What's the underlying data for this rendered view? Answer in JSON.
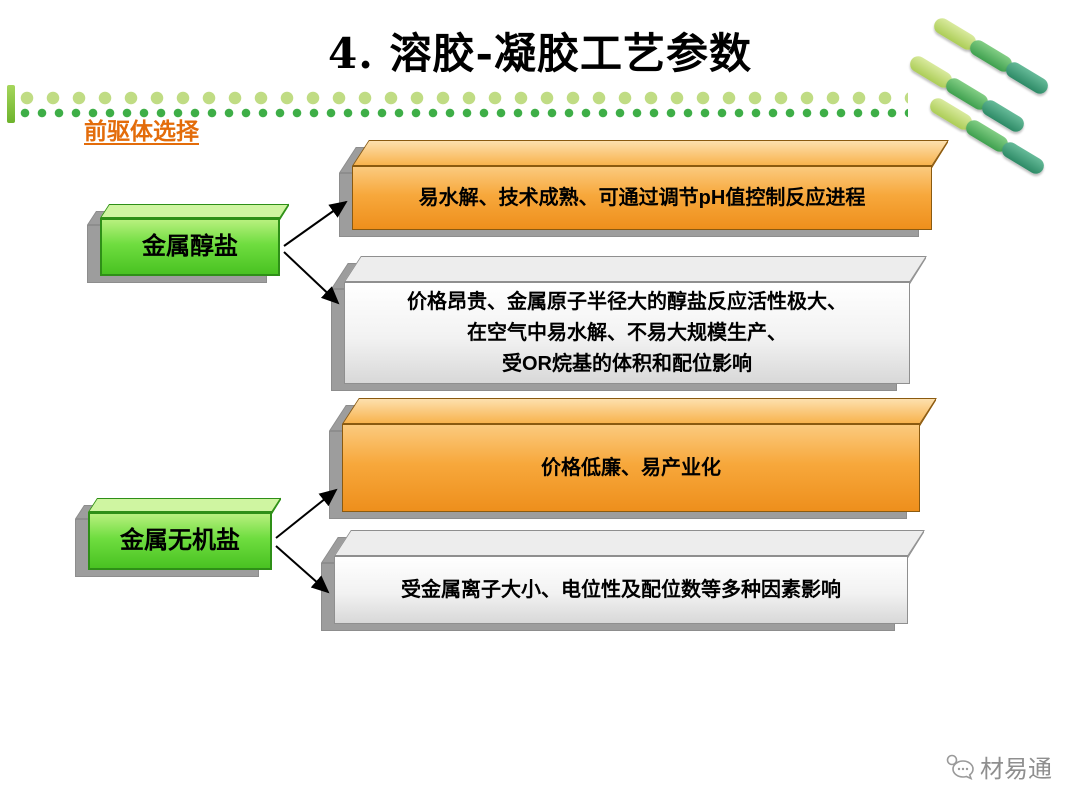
{
  "page": {
    "title": "4. 溶胶-凝胶工艺参数",
    "background": "#FFFFFF"
  },
  "header": {
    "section_label": "前驱体选择",
    "accent_color": "#E36C0A"
  },
  "diagram": {
    "sources": [
      {
        "label": "金属醇盐"
      },
      {
        "label": "金属无机盐"
      }
    ],
    "boxes": [
      {
        "id": "alkoxide-advantage",
        "style": "orange",
        "lines": [
          "易水解、技术成熟、可通过调节pH值控制反应进程"
        ]
      },
      {
        "id": "alkoxide-disadvantage",
        "style": "white",
        "lines": [
          "价格昂贵、金属原子半径大的醇盐反应活性极大、",
          "在空气中易水解、不易大规模生产、",
          "受OR烷基的体积和配位影响"
        ]
      },
      {
        "id": "inorganic-advantage",
        "style": "orange",
        "lines": [
          "价格低廉、易产业化"
        ]
      },
      {
        "id": "inorganic-disadvantage",
        "style": "white",
        "lines": [
          "受金属离子大小、电位性及配位数等多种因素影响"
        ]
      }
    ],
    "colors": {
      "orange_box": "#F6A333",
      "green_box": "#62D639",
      "white_box": "#FFFFFF",
      "shadow": "#9D9D9D",
      "arrow": "#000000"
    }
  },
  "decor": {
    "dot_row1_color": "#C0DC84",
    "dot_row2_color": "#3EAE47",
    "bar_color": "#86C440",
    "pill_colors": [
      "#B9D86D",
      "#4FB061",
      "#2F9070"
    ]
  },
  "footer": {
    "watermark": "材易通",
    "logo_icon": "speech-bubbles-icon"
  }
}
